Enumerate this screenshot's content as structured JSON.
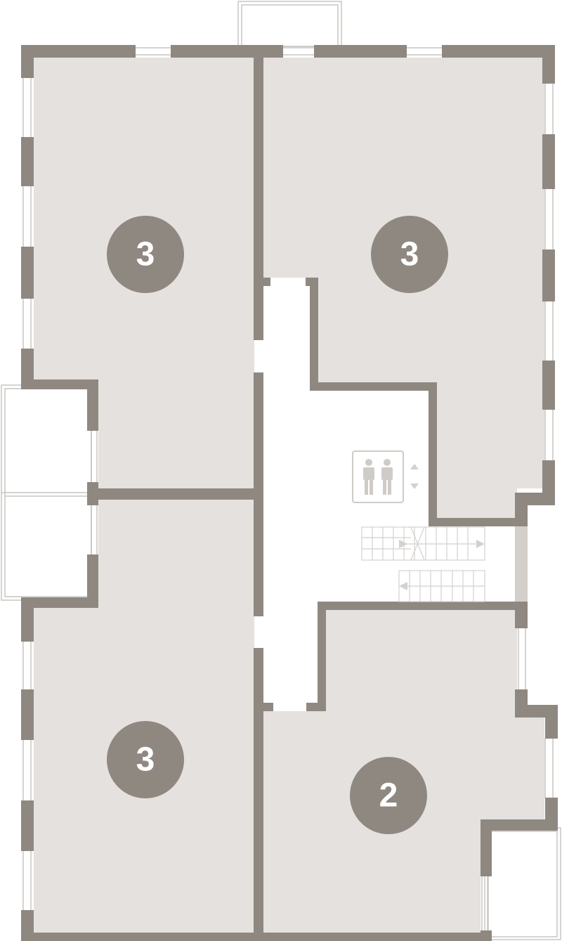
{
  "colors": {
    "wall": "#8f8880",
    "room_fill": "#e4e1de",
    "label_circle": "#8f8880",
    "label_text": "#ffffff",
    "window_line": "#c9c5c1",
    "stair_line": "#d4d1ce",
    "icon_line": "#cfcbc7",
    "door_fill": "#d4cfca"
  },
  "apartments": [
    {
      "id": "top-left",
      "rooms": "3"
    },
    {
      "id": "top-right",
      "rooms": "3"
    },
    {
      "id": "bottom-left",
      "rooms": "3"
    },
    {
      "id": "bottom-right",
      "rooms": "2"
    }
  ],
  "icons": {
    "elevator": "elevator-icon",
    "elevator_arrows": "up-down-arrows-icon",
    "stairs": "stairs-icon"
  }
}
